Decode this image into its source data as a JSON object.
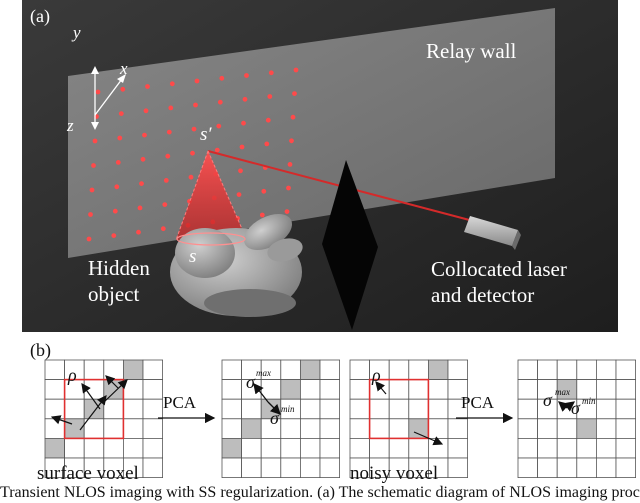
{
  "panel_a": {
    "label": "(a)",
    "relay_wall_label": "Relay wall",
    "axes": {
      "x": "x",
      "y": "y",
      "z": "z"
    },
    "point_s_prime": "s′",
    "point_s": "s",
    "hidden_object_line1": "Hidden",
    "hidden_object_line2": "object",
    "laser_line1": "Collocated laser",
    "laser_line2": "and detector",
    "colors": {
      "background": "#2e2e2e",
      "wall": "#7a7a7a",
      "laser": "#d42a2a",
      "cone": "#e03a3a",
      "occluder": "#050505"
    }
  },
  "panel_b": {
    "label": "(b)",
    "rho": "ρ",
    "sigma": "σ",
    "sup_max": "max",
    "sup_min": "min",
    "arrow_label_1": "PCA",
    "arrow_label_2": "PCA",
    "surface_voxel_label": "surface voxel",
    "noisy_voxel_label": "noisy voxel",
    "colors": {
      "cell_fill": "#bdbdbd",
      "grid": "#555555",
      "window": "#e03030"
    }
  },
  "caption": "Transient NLOS imaging with SS regularization. (a) The schematic diagram of NLOS imaging process and"
}
